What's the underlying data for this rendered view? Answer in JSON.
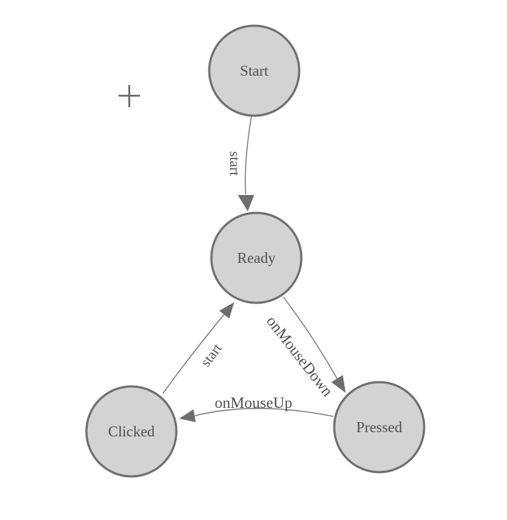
{
  "diagram": {
    "type": "state-machine",
    "nodes": [
      {
        "id": "start",
        "label": "Start"
      },
      {
        "id": "ready",
        "label": "Ready"
      },
      {
        "id": "clicked",
        "label": "Clicked"
      },
      {
        "id": "pressed",
        "label": "Pressed"
      }
    ],
    "edges": [
      {
        "from": "Start",
        "to": "Ready",
        "label": "start"
      },
      {
        "from": "Ready",
        "to": "Pressed",
        "label": "onMouseDown"
      },
      {
        "from": "Pressed",
        "to": "Clicked",
        "label": "onMouseUp"
      },
      {
        "from": "Clicked",
        "to": "Ready",
        "label": "start"
      }
    ],
    "cursor": {
      "icon": "crosshair-plus"
    }
  },
  "colors": {
    "background": "#ffffff",
    "node_fill": "#d3d3d3",
    "node_stroke": "#6e6e6e",
    "edge": "#757575",
    "arrow": "#6e6e6e",
    "label": "#4f4f4f",
    "crosshair": "#666666"
  }
}
